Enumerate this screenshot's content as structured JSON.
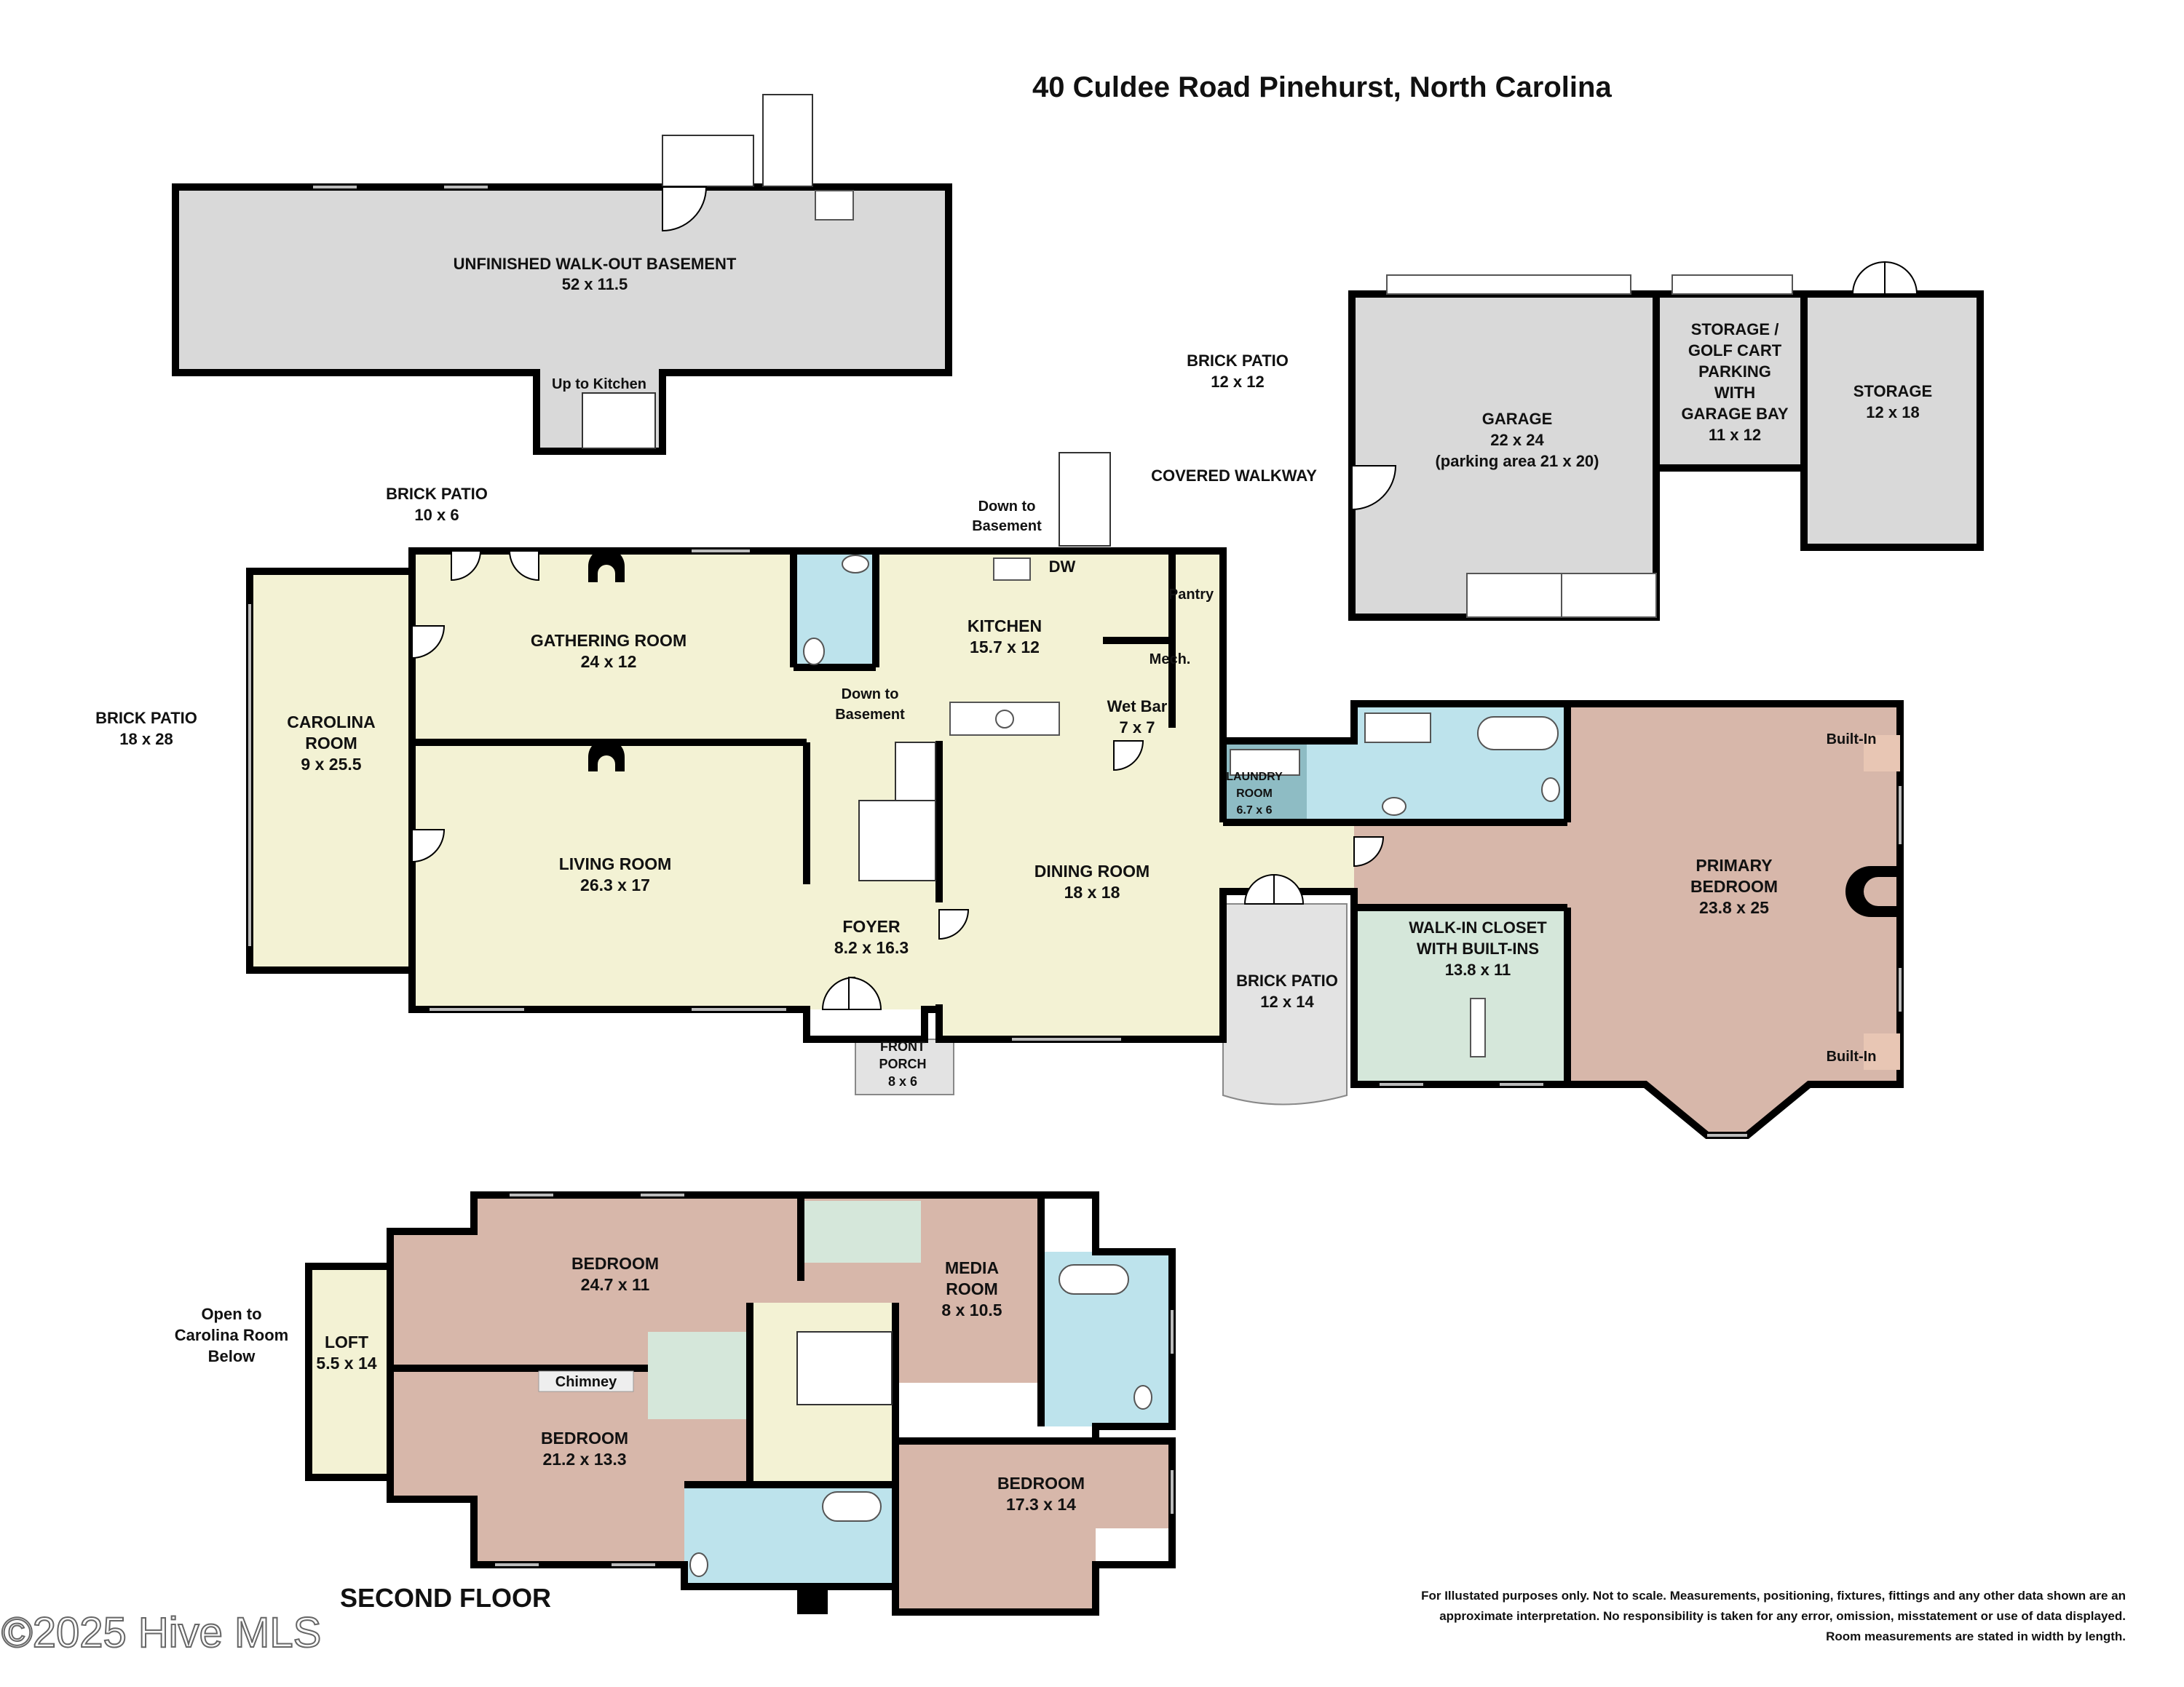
{
  "title": "40 Culdee Road   Pinehurst, North Carolina",
  "floor_label": "SECOND FLOOR",
  "watermark": "©2025 Hive MLS",
  "disclaimer": [
    "For Illustated purposes only. Not to scale. Measurements, positioning, fixtures, fittings and any other data shown are an",
    "approximate interpretation. No responsibility is taken for any error, omission, misstatement or use of data displayed.",
    "Room measurements are stated in width by length."
  ],
  "colors": {
    "basement": "#d9d9d9",
    "living_yellow": "#f3f2d4",
    "bedroom": "#d7b7aa",
    "bath": "#bde3ec",
    "closet": "#d5e7da",
    "garage": "#d9d9d9",
    "laundry": "#8ebcc4"
  },
  "rooms": {
    "basement": {
      "name": "UNFINISHED WALK-OUT BASEMENT",
      "size": "52 x 11.5"
    },
    "up_kitchen": {
      "name": "Up to Kitchen"
    },
    "patio_top": {
      "name": "BRICK PATIO",
      "size": "12 x 12"
    },
    "garage": {
      "name": "GARAGE",
      "size": "22 x 24",
      "note": "(parking area 21 x 20)"
    },
    "golf": {
      "lines": [
        "STORAGE /",
        "GOLF CART",
        "PARKING",
        "WITH",
        "GARAGE BAY"
      ],
      "size": "11 x 12"
    },
    "storage": {
      "name": "STORAGE",
      "size": "12 x 18"
    },
    "walkway": {
      "name": "COVERED WALKWAY"
    },
    "patio_gather": {
      "name": "BRICK PATIO",
      "size": "10 x 6"
    },
    "down_basement_top": {
      "lines": [
        "Down to",
        "Basement"
      ]
    },
    "patio_west": {
      "name": "BRICK PATIO",
      "size": "18 x 28"
    },
    "carolina": {
      "lines": [
        "CAROLINA",
        "ROOM"
      ],
      "size": "9 x 25.5"
    },
    "gathering": {
      "name": "GATHERING ROOM",
      "size": "24 x 12"
    },
    "kitchen": {
      "name": "KITCHEN",
      "size": "15.7 x 12"
    },
    "dw": {
      "name": "DW"
    },
    "pantry": {
      "name": "Pantry"
    },
    "mech": {
      "name": "Mech."
    },
    "wetbar": {
      "name": "Wet Bar",
      "size": "7 x 7"
    },
    "down_basement_mid": {
      "lines": [
        "Down to",
        "Basement"
      ]
    },
    "living": {
      "name": "LIVING ROOM",
      "size": "26.3 x 17"
    },
    "dining": {
      "name": "DINING ROOM",
      "size": "18 x 18"
    },
    "foyer": {
      "name": "FOYER",
      "size": "8.2 x 16.3"
    },
    "porch": {
      "lines": [
        "FRONT",
        "PORCH"
      ],
      "size": "8 x 6"
    },
    "laundry": {
      "lines": [
        "LAUNDRY",
        "ROOM"
      ],
      "size": "6.7 x 6"
    },
    "patio_mid": {
      "name": "BRICK PATIO",
      "size": "12 x 14"
    },
    "walkin": {
      "lines": [
        "WALK-IN CLOSET",
        "WITH BUILT-INS"
      ],
      "size": "13.8 x 11"
    },
    "primary": {
      "lines": [
        "PRIMARY",
        "BEDROOM"
      ],
      "size": "23.8 x 25"
    },
    "builtin_top": {
      "name": "Built-In"
    },
    "builtin_bot": {
      "name": "Built-In"
    },
    "bed1": {
      "name": "BEDROOM",
      "size": "24.7 x 11"
    },
    "media": {
      "lines": [
        "MEDIA",
        "ROOM"
      ],
      "size": "8 x 10.5"
    },
    "loft": {
      "name": "LOFT",
      "size": "5.5 x 14"
    },
    "open_to": {
      "lines": [
        "Open to",
        "Carolina Room",
        "Below"
      ]
    },
    "chimney": {
      "name": "Chimney"
    },
    "bed2": {
      "name": "BEDROOM",
      "size": "21.2 x 13.3"
    },
    "bed3": {
      "name": "BEDROOM",
      "size": "17.3 x 14"
    }
  }
}
